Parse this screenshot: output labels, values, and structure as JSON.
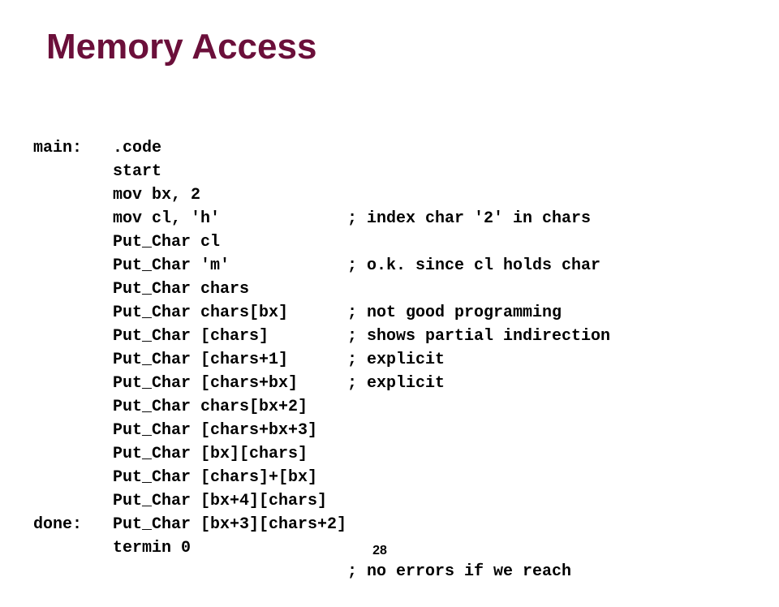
{
  "slide": {
    "title": "Memory Access",
    "page_number": "28"
  },
  "code_lines": [
    {
      "label": "",
      "instr": ".code",
      "comment": ""
    },
    {
      "label": "main:",
      "instr": "start",
      "comment": ""
    },
    {
      "label": "",
      "instr": "mov bx, 2",
      "comment": "; index char '2' in chars"
    },
    {
      "label": "",
      "instr": "mov cl, 'h'",
      "comment": ""
    },
    {
      "label": "",
      "instr": "Put_Char cl",
      "comment": "; o.k. since cl holds char"
    },
    {
      "label": "",
      "instr": "Put_Char 'm'",
      "comment": ""
    },
    {
      "label": "",
      "instr": "Put_Char chars",
      "comment": "; not good programming"
    },
    {
      "label": "",
      "instr": "Put_Char chars[bx]",
      "comment": "; shows partial indirection"
    },
    {
      "label": "",
      "instr": "Put_Char [chars]",
      "comment": "; explicit"
    },
    {
      "label": "",
      "instr": "Put_Char [chars+1]",
      "comment": "; explicit"
    },
    {
      "label": "",
      "instr": "Put_Char [chars+bx]",
      "comment": ""
    },
    {
      "label": "",
      "instr": "Put_Char chars[bx+2]",
      "comment": ""
    },
    {
      "label": "",
      "instr": "Put_Char [chars+bx+3]",
      "comment": ""
    },
    {
      "label": "",
      "instr": "Put_Char [bx][chars]",
      "comment": ""
    },
    {
      "label": "",
      "instr": "Put_Char [chars]+[bx]",
      "comment": ""
    },
    {
      "label": "",
      "instr": "Put_Char [bx+4][chars]",
      "comment": ""
    },
    {
      "label": "",
      "instr": "Put_Char [bx+3][chars+2]",
      "comment": ""
    },
    {
      "label": "done:",
      "instr": "termin 0",
      "comment": "; no errors if we reach"
    }
  ],
  "colors": {
    "title": "#6b0f3a",
    "text": "#000000",
    "background": "#ffffff"
  }
}
